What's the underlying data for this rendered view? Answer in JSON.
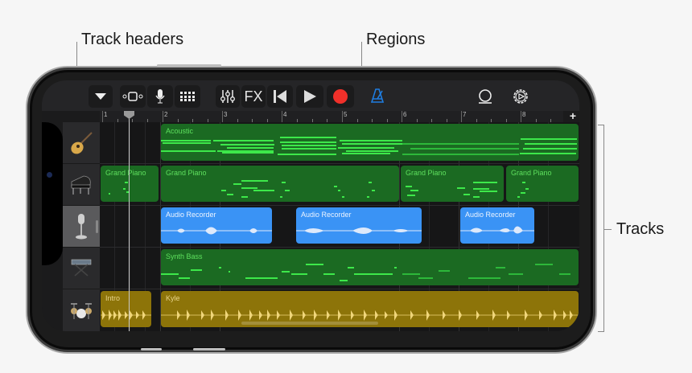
{
  "callouts": {
    "track_headers": "Track headers",
    "regions": "Regions",
    "tracks": "Tracks"
  },
  "toolbar": {
    "buttons": [
      {
        "name": "browser-dropdown",
        "icon": "triangle-down-icon"
      },
      {
        "name": "view-toggle",
        "icon": "track-view-icon"
      },
      {
        "name": "instrument-mic",
        "icon": "microphone-icon"
      },
      {
        "name": "grid-view",
        "icon": "grid-icon"
      },
      {
        "name": "mixer",
        "icon": "mixer-sliders-icon"
      },
      {
        "name": "fx",
        "label": "FX"
      },
      {
        "name": "go-to-beginning",
        "icon": "skip-back-icon"
      },
      {
        "name": "play",
        "icon": "play-icon"
      },
      {
        "name": "record",
        "icon": "record-icon"
      },
      {
        "name": "metronome",
        "icon": "metronome-icon"
      },
      {
        "name": "loop-browser",
        "icon": "loop-icon"
      },
      {
        "name": "settings",
        "icon": "gear-icon"
      }
    ],
    "fx_label": "FX",
    "colors": {
      "record": "#f0302a",
      "metronome": "#1f7de0"
    }
  },
  "ruler": {
    "bars": [
      "1",
      "2",
      "3",
      "4",
      "5",
      "6",
      "7",
      "8"
    ],
    "add_label": "+"
  },
  "tracks": [
    {
      "name": "Acoustic Guitar",
      "icon": "acoustic-guitar-icon",
      "selected": false
    },
    {
      "name": "Grand Piano",
      "icon": "grand-piano-icon",
      "selected": false
    },
    {
      "name": "Audio Recorder",
      "icon": "microphone-icon",
      "selected": true
    },
    {
      "name": "Synth Bass",
      "icon": "keyboard-icon",
      "selected": false
    },
    {
      "name": "Drums",
      "icon": "drum-kit-icon",
      "selected": false
    }
  ],
  "regions": {
    "acoustic": [
      "Acoustic"
    ],
    "piano": [
      "Grand Piano",
      "Grand Piano",
      "Grand Piano",
      "Grand Piano"
    ],
    "audio": [
      "Audio Recorder",
      "Audio Recorder",
      "Audio Recorder"
    ],
    "synth": [
      "Synth Bass"
    ],
    "drums": [
      "Intro",
      "Kyle"
    ]
  },
  "colors": {
    "midi_region": "#1b6a22",
    "midi_notes": "#3de84a",
    "audio_region": "#3a93f5",
    "drummer_region": "#8d7409"
  }
}
